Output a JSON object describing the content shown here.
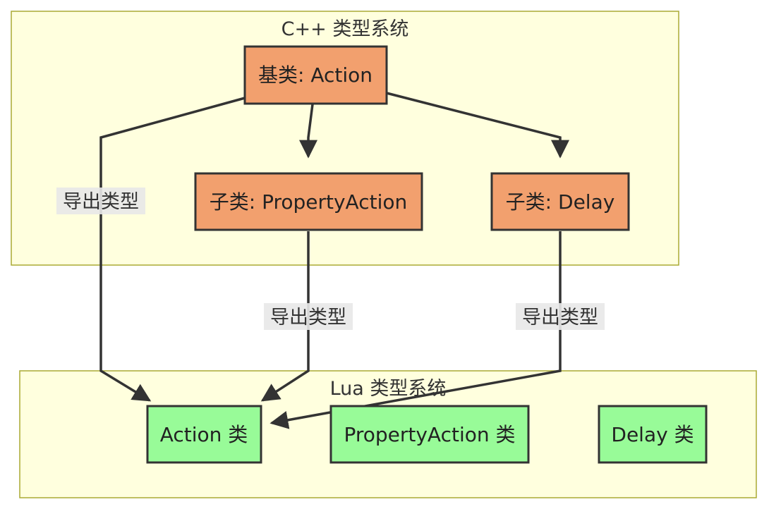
{
  "clusters": {
    "cpp": {
      "title": "C++ 类型系统"
    },
    "lua": {
      "title": "Lua 类型系统"
    }
  },
  "nodes": {
    "cpp_action": {
      "label": "基类: Action"
    },
    "cpp_property_action": {
      "label": "子类: PropertyAction"
    },
    "cpp_delay": {
      "label": "子类: Delay"
    },
    "lua_action": {
      "label": "Action 类"
    },
    "lua_property_action": {
      "label": "PropertyAction 类"
    },
    "lua_delay": {
      "label": "Delay 类"
    }
  },
  "edges": {
    "export_action": {
      "label": "导出类型"
    },
    "export_property_action": {
      "label": "导出类型"
    },
    "export_delay": {
      "label": "导出类型"
    }
  },
  "colors": {
    "cluster_fill": "#ffffde",
    "cluster_stroke": "#aaaa33",
    "cpp_node_fill": "#f2a06e",
    "lua_node_fill": "#98fb98",
    "edge_stroke": "#333333",
    "edge_label_bg": "#e8e8e8"
  }
}
